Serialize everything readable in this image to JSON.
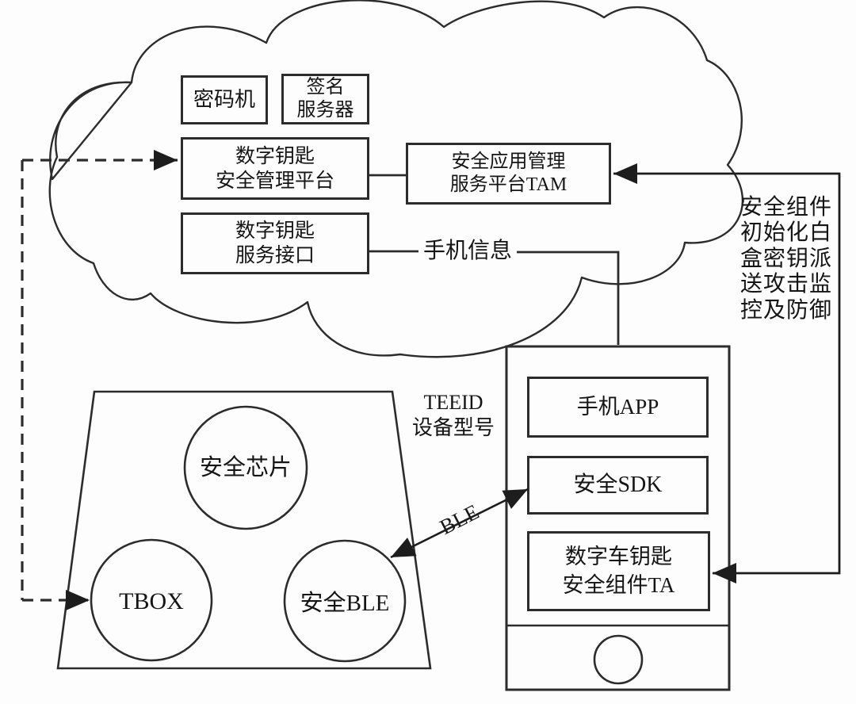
{
  "figure": {
    "title_hint": "digital-car-key security architecture diagram",
    "colors": {
      "line": "#2c2c2c",
      "text": "#151515",
      "background": "#fdfdfd"
    }
  },
  "cloud": {
    "crypto_machine": {
      "label": "密码机"
    },
    "signing_server": {
      "line1": "签名",
      "line2": "服务器"
    },
    "key_mgmt_platform": {
      "line1": "数字钥匙",
      "line2": "安全管理平台"
    },
    "key_service_interface": {
      "line1": "数字钥匙",
      "line2": "服务接口"
    },
    "tam_platform": {
      "line1": "安全应用管理",
      "line2": "服务平台TAM"
    }
  },
  "vehicle": {
    "security_chip": "安全芯片",
    "tbox": "TBOX",
    "secure_ble": "安全BLE"
  },
  "phone": {
    "app": "手机APP",
    "sdk": "安全SDK",
    "ta_line1": "数字车钥匙",
    "ta_line2": "安全组件TA"
  },
  "labels": {
    "phone_info": "手机信息",
    "ble_link": "BLE",
    "teeid_line1": "TEEID",
    "teeid_line2": "设备型号",
    "side_note_line1": "安全组件",
    "side_note_line2": "初始化白",
    "side_note_line3": "盒密钥派",
    "side_note_line4": "送攻击监",
    "side_note_line5": "控及防御"
  }
}
